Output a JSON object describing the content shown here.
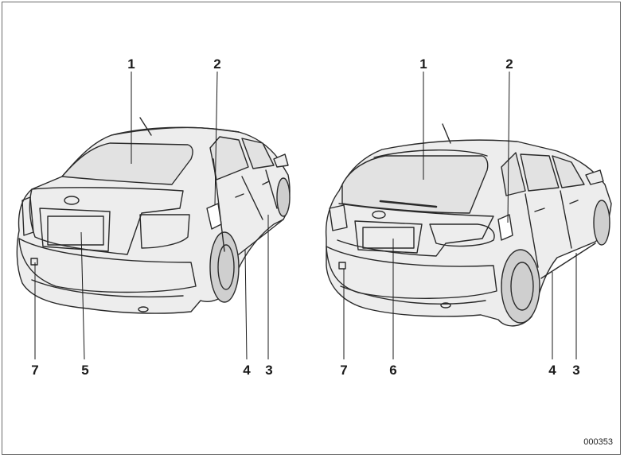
{
  "figure": {
    "figure_id": "000353",
    "callouts": [
      {
        "id": "sedan-1",
        "label": "1"
      },
      {
        "id": "sedan-2",
        "label": "2"
      },
      {
        "id": "sedan-3",
        "label": "3"
      },
      {
        "id": "sedan-4",
        "label": "4"
      },
      {
        "id": "sedan-5",
        "label": "5"
      },
      {
        "id": "sedan-7",
        "label": "7"
      },
      {
        "id": "hatch-1",
        "label": "1"
      },
      {
        "id": "hatch-2",
        "label": "2"
      },
      {
        "id": "hatch-3",
        "label": "3"
      },
      {
        "id": "hatch-4",
        "label": "4"
      },
      {
        "id": "hatch-6",
        "label": "6"
      },
      {
        "id": "hatch-7",
        "label": "7"
      }
    ]
  },
  "colors": {
    "line": "#2a2a2a",
    "body_fill": "#ededed",
    "glass_fill": "#e2e2e2",
    "tire_fill": "#cfcfcf",
    "frame": "#6a6a6a"
  }
}
